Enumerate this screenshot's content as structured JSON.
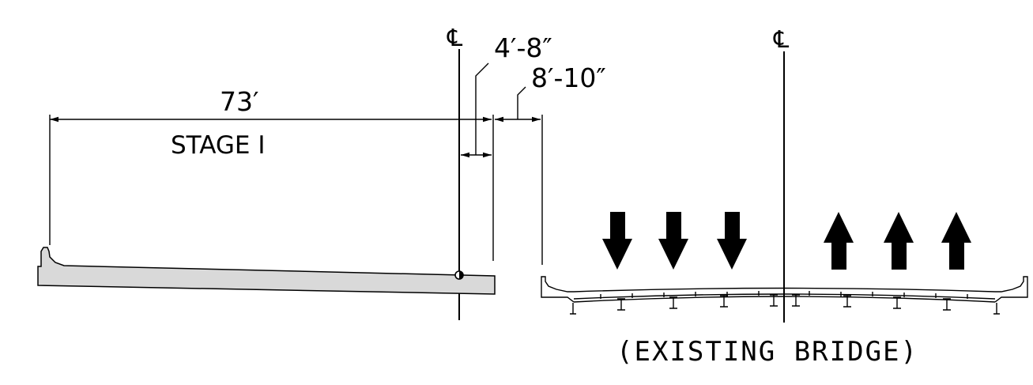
{
  "labels": {
    "centerline_symbol": "℄",
    "dim_overall": "73′",
    "dim_offset_1": "4′-8″",
    "dim_offset_2": "8′-10″",
    "stage": "STAGE I",
    "existing_bridge": "(EXISTING BRIDGE)"
  },
  "traffic": {
    "southbound_lanes": 3,
    "northbound_lanes": 3
  },
  "colors": {
    "line": "#000000",
    "deck_fill": "#d9d9d9",
    "arrow_fill": "#000000"
  }
}
